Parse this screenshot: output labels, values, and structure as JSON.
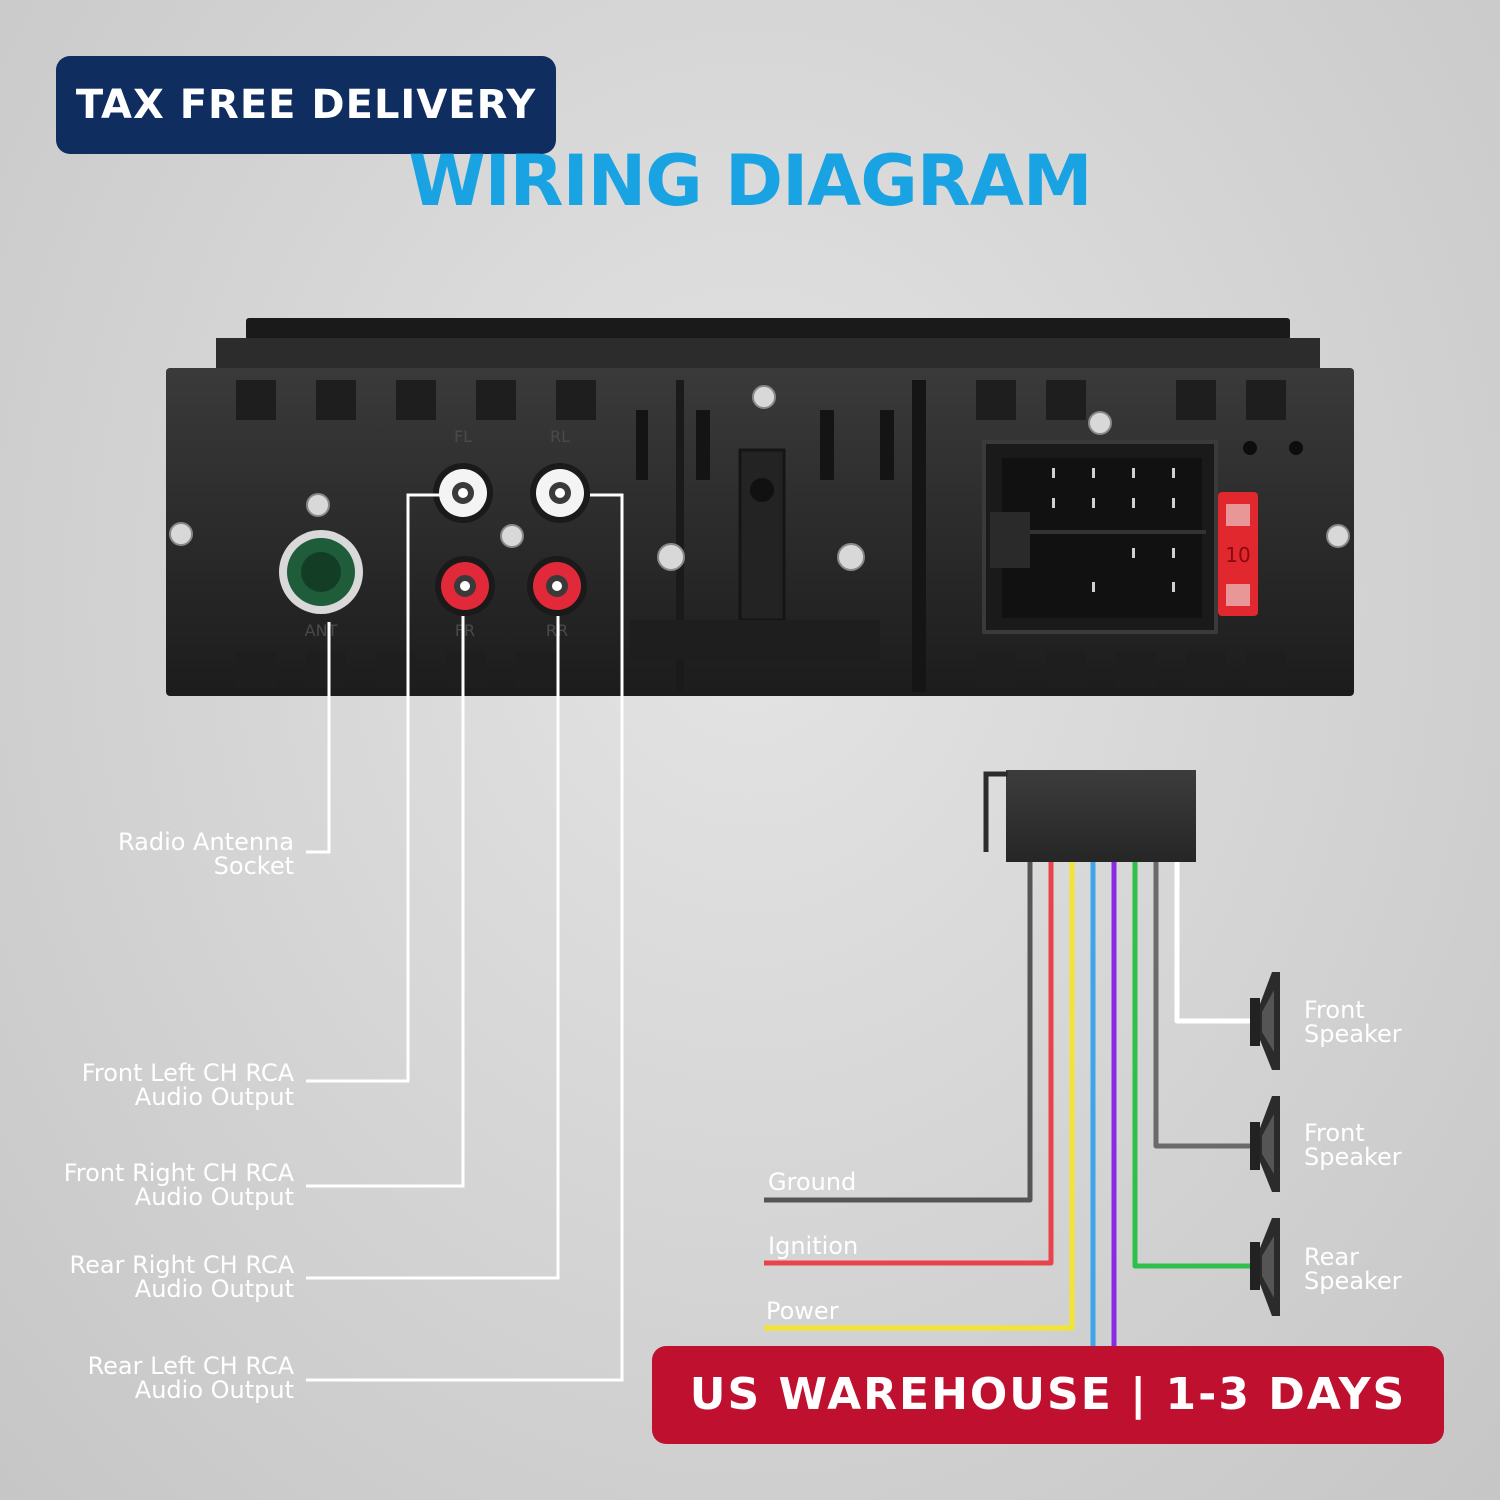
{
  "badges": {
    "top": "TAX FREE DELIVERY",
    "bottom": "US WAREHOUSE | 1-3 DAYS"
  },
  "title": "WIRING DIAGRAM",
  "unit_markings": {
    "fl": "FL",
    "rl": "RL",
    "fr": "FR",
    "rr": "RR",
    "ant": "ANT",
    "fuse": "10"
  },
  "left_labels": [
    {
      "line1": "Radio Antenna",
      "line2": "Socket"
    },
    {
      "line1": "Front Left CH RCA",
      "line2": "Audio Output"
    },
    {
      "line1": "Front Right CH RCA",
      "line2": "Audio Output"
    },
    {
      "line1": "Rear Right CH RCA",
      "line2": "Audio Output"
    },
    {
      "line1": "Rear Left CH RCA",
      "line2": "Audio Output"
    }
  ],
  "wire_labels": {
    "ground": "Ground",
    "ignition": "Ignition",
    "power": "Power"
  },
  "speaker_labels": [
    {
      "line1": "Front",
      "line2": "Speaker"
    },
    {
      "line1": "Front",
      "line2": "Speaker"
    },
    {
      "line1": "Rear",
      "line2": "Speaker"
    }
  ],
  "colors": {
    "background": "#d6d6d6",
    "title": "#1aa3e2",
    "top_badge": "#0f2d5f",
    "bottom_badge": "#c0102f",
    "unit_body": "#2a2a2a",
    "wire_ground": "#555555",
    "wire_ignition": "#e8434b",
    "wire_power": "#f2e531",
    "wire_blue": "#3ea6e8",
    "wire_purple": "#8a2be2",
    "wire_green": "#2fbf4a",
    "wire_white": "#ffffff",
    "rca_white": "#f4f4f4",
    "rca_red": "#e2293a",
    "antenna": "#1f5c3a",
    "fuse": "#e0282e"
  }
}
